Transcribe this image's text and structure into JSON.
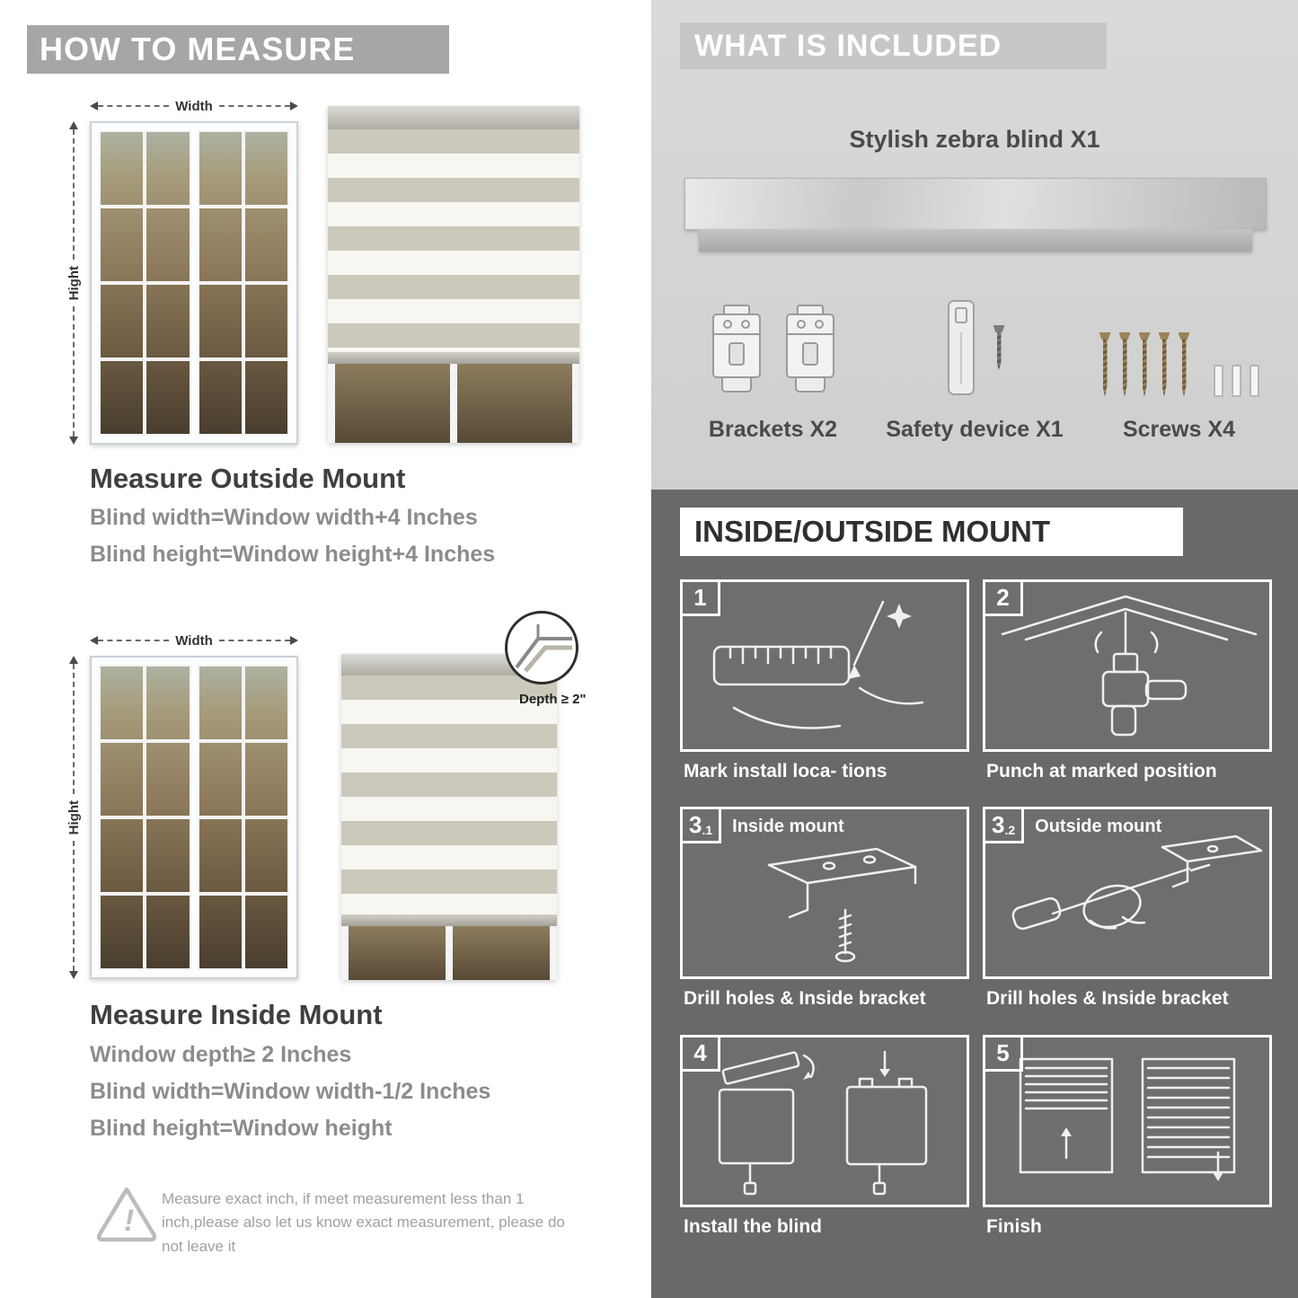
{
  "colors": {
    "left_banner_bg": "#a6a6a6",
    "included_panel_bg": "#d4d4d4",
    "included_banner_bg": "#c7c7c7",
    "mount_panel_bg": "#696969",
    "heading_text": "#3f3f3f",
    "body_text": "#8c8c8c",
    "stripe_gray": "#ccc8bb"
  },
  "left": {
    "header": "HOW TO MEASURE",
    "window_labels": {
      "width": "Width",
      "height": "Hight"
    },
    "outside_mount": {
      "title": "Measure Outside Mount",
      "lines": [
        "Blind width=Window width+4 Inches",
        "Blind height=Window height+4 Inches"
      ]
    },
    "inside_mount": {
      "depth_callout": "Depth ≥ 2\"",
      "title": "Measure Inside Mount",
      "lines": [
        "Window depth≥ 2 Inches",
        "Blind width=Window width-1/2 Inches",
        "Blind height=Window height"
      ]
    },
    "warning": {
      "mark": "!",
      "text": "Measure exact inch, if meet measurement less than 1 inch,please also let us know exact measurement, please do not leave it"
    }
  },
  "right": {
    "included": {
      "header": "WHAT IS INCLUDED",
      "blind_label": "Stylish zebra blind X1",
      "items": [
        {
          "label": "Brackets X2"
        },
        {
          "label": "Safety device X1"
        },
        {
          "label": "Screws X4"
        }
      ]
    },
    "mount": {
      "header": "INSIDE/OUTSIDE MOUNT",
      "steps": [
        {
          "num": "1",
          "sub": "",
          "title": "",
          "caption": "Mark install loca- tions"
        },
        {
          "num": "2",
          "sub": "",
          "title": "",
          "caption": "Punch at  marked position"
        },
        {
          "num": "3",
          "sub": ".1",
          "title": "Inside mount",
          "caption": "Drill holes &  Inside bracket"
        },
        {
          "num": "3",
          "sub": ".2",
          "title": "Outside mount",
          "caption": "Drill holes &  Inside bracket"
        },
        {
          "num": "4",
          "sub": "",
          "title": "",
          "caption": "Install the blind"
        },
        {
          "num": "5",
          "sub": "",
          "title": "",
          "caption": "Finish"
        }
      ]
    }
  }
}
